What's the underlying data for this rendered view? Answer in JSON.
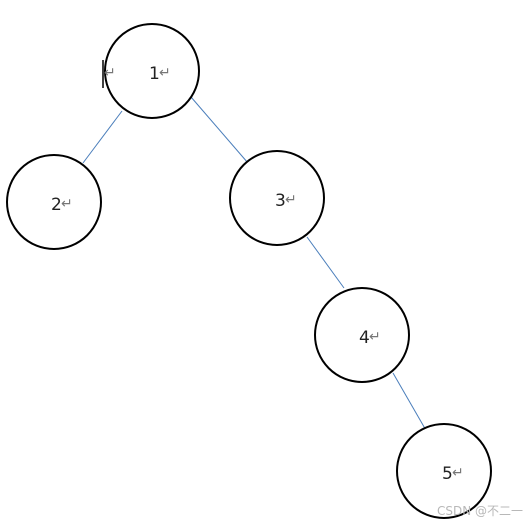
{
  "diagram": {
    "type": "binary-tree",
    "nodes": [
      {
        "id": "n1",
        "label": "1",
        "mark": "↵"
      },
      {
        "id": "n2",
        "label": "2",
        "mark": "↵"
      },
      {
        "id": "n3",
        "label": "3",
        "mark": "↵"
      },
      {
        "id": "n4",
        "label": "4",
        "mark": "↵"
      },
      {
        "id": "n5",
        "label": "5",
        "mark": "↵"
      }
    ],
    "edges": [
      {
        "from": "n1",
        "to": "n2"
      },
      {
        "from": "n1",
        "to": "n3"
      },
      {
        "from": "n3",
        "to": "n4"
      },
      {
        "from": "n4",
        "to": "n5"
      }
    ],
    "stray_mark": "↵",
    "node_stroke": "#000000",
    "edge_color": "#4a7ebb"
  },
  "watermark": "CSDN @不二一"
}
